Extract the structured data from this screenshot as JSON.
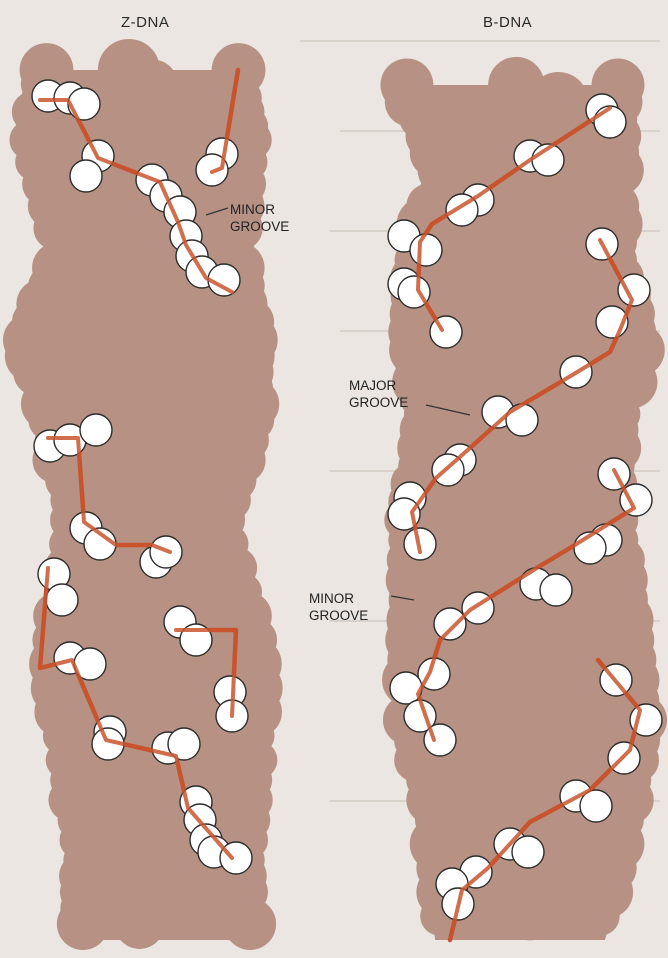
{
  "titles": {
    "z_dna": "Z-DNA",
    "b_dna": "B-DNA"
  },
  "labels": {
    "z_minor_groove": [
      "MINOR",
      "GROOVE"
    ],
    "b_major_groove": [
      "MAJOR",
      "GROOVE"
    ],
    "b_minor_groove": [
      "MINOR",
      "GROOVE"
    ]
  },
  "colors": {
    "background": "#ebe6e1",
    "molecule": "#b79284",
    "backbone": "#c8552e",
    "phosphate_fill": "#ffffff",
    "phosphate_stroke": "#2b2b2b"
  }
}
